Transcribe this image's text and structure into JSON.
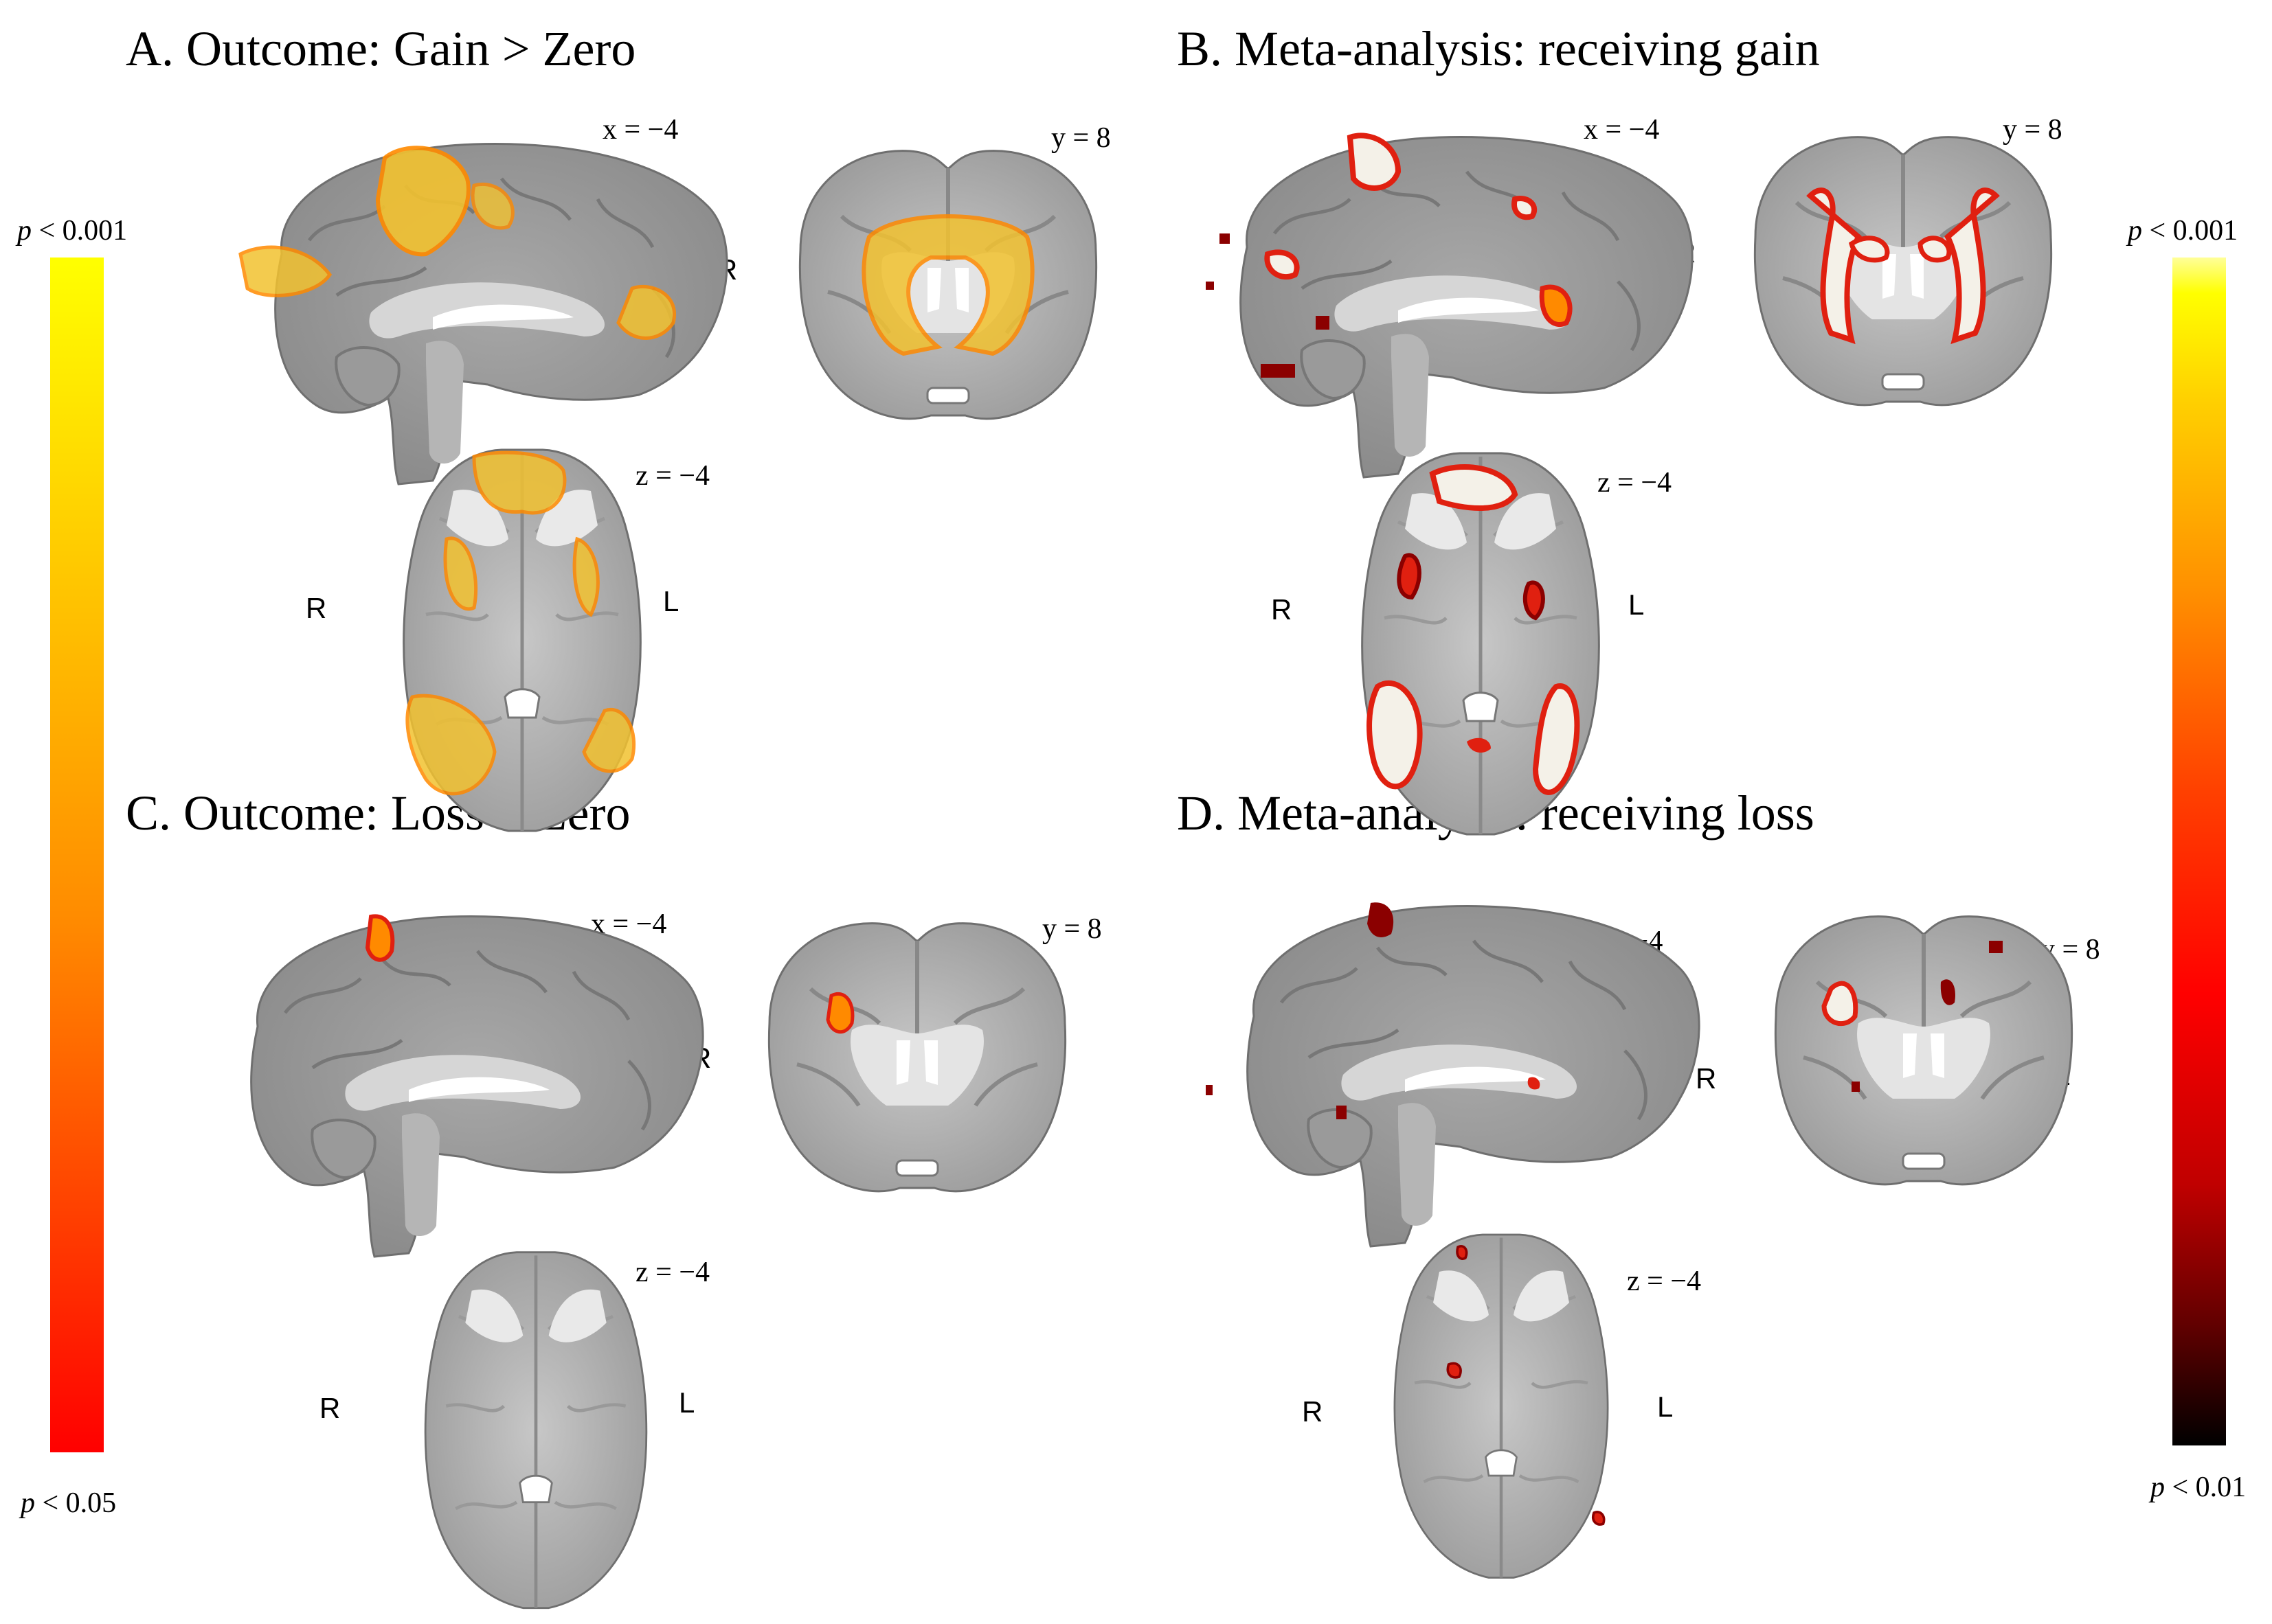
{
  "panels": {
    "a": {
      "title": "A. Outcome: Gain > Zero",
      "x_label": "x = −4",
      "y_label": "y = 8",
      "z_label": "z = −4",
      "right": "R",
      "left": "L"
    },
    "b": {
      "title": "B. Meta-analysis: receiving gain",
      "x_label": "x = −4",
      "y_label": "y = 8",
      "z_label": "z = −4",
      "right": "R",
      "left": "L"
    },
    "c": {
      "title": "C. Outcome: Loss > Zero",
      "x_label": "x = −4",
      "y_label": "y = 8",
      "z_label": "z = −4",
      "right": "R",
      "left": "L"
    },
    "d": {
      "title": "D. Meta-analysis: receiving loss",
      "x_label": "x = −4",
      "y_label": "y = 8",
      "z_label": "z = −4",
      "right": "R",
      "left": "L"
    }
  },
  "colorbar_left": {
    "p_symbol": "p",
    "top_value": "< 0.001",
    "bottom_value": "< 0.05"
  },
  "colorbar_right": {
    "p_symbol": "p",
    "top_value": "< 0.001",
    "bottom_value": "< 0.01"
  },
  "colors": {
    "brain_fill": "#9b9b9b",
    "white_matter": "#d9d9d9",
    "ventricle": "#ffffff",
    "outline": "#6f6f6f",
    "act_yellow": "#f2c230",
    "act_orange": "#ff8a00",
    "act_red": "#e02010",
    "act_dark": "#8b0000",
    "act_white_core": "#f4f1e8"
  }
}
